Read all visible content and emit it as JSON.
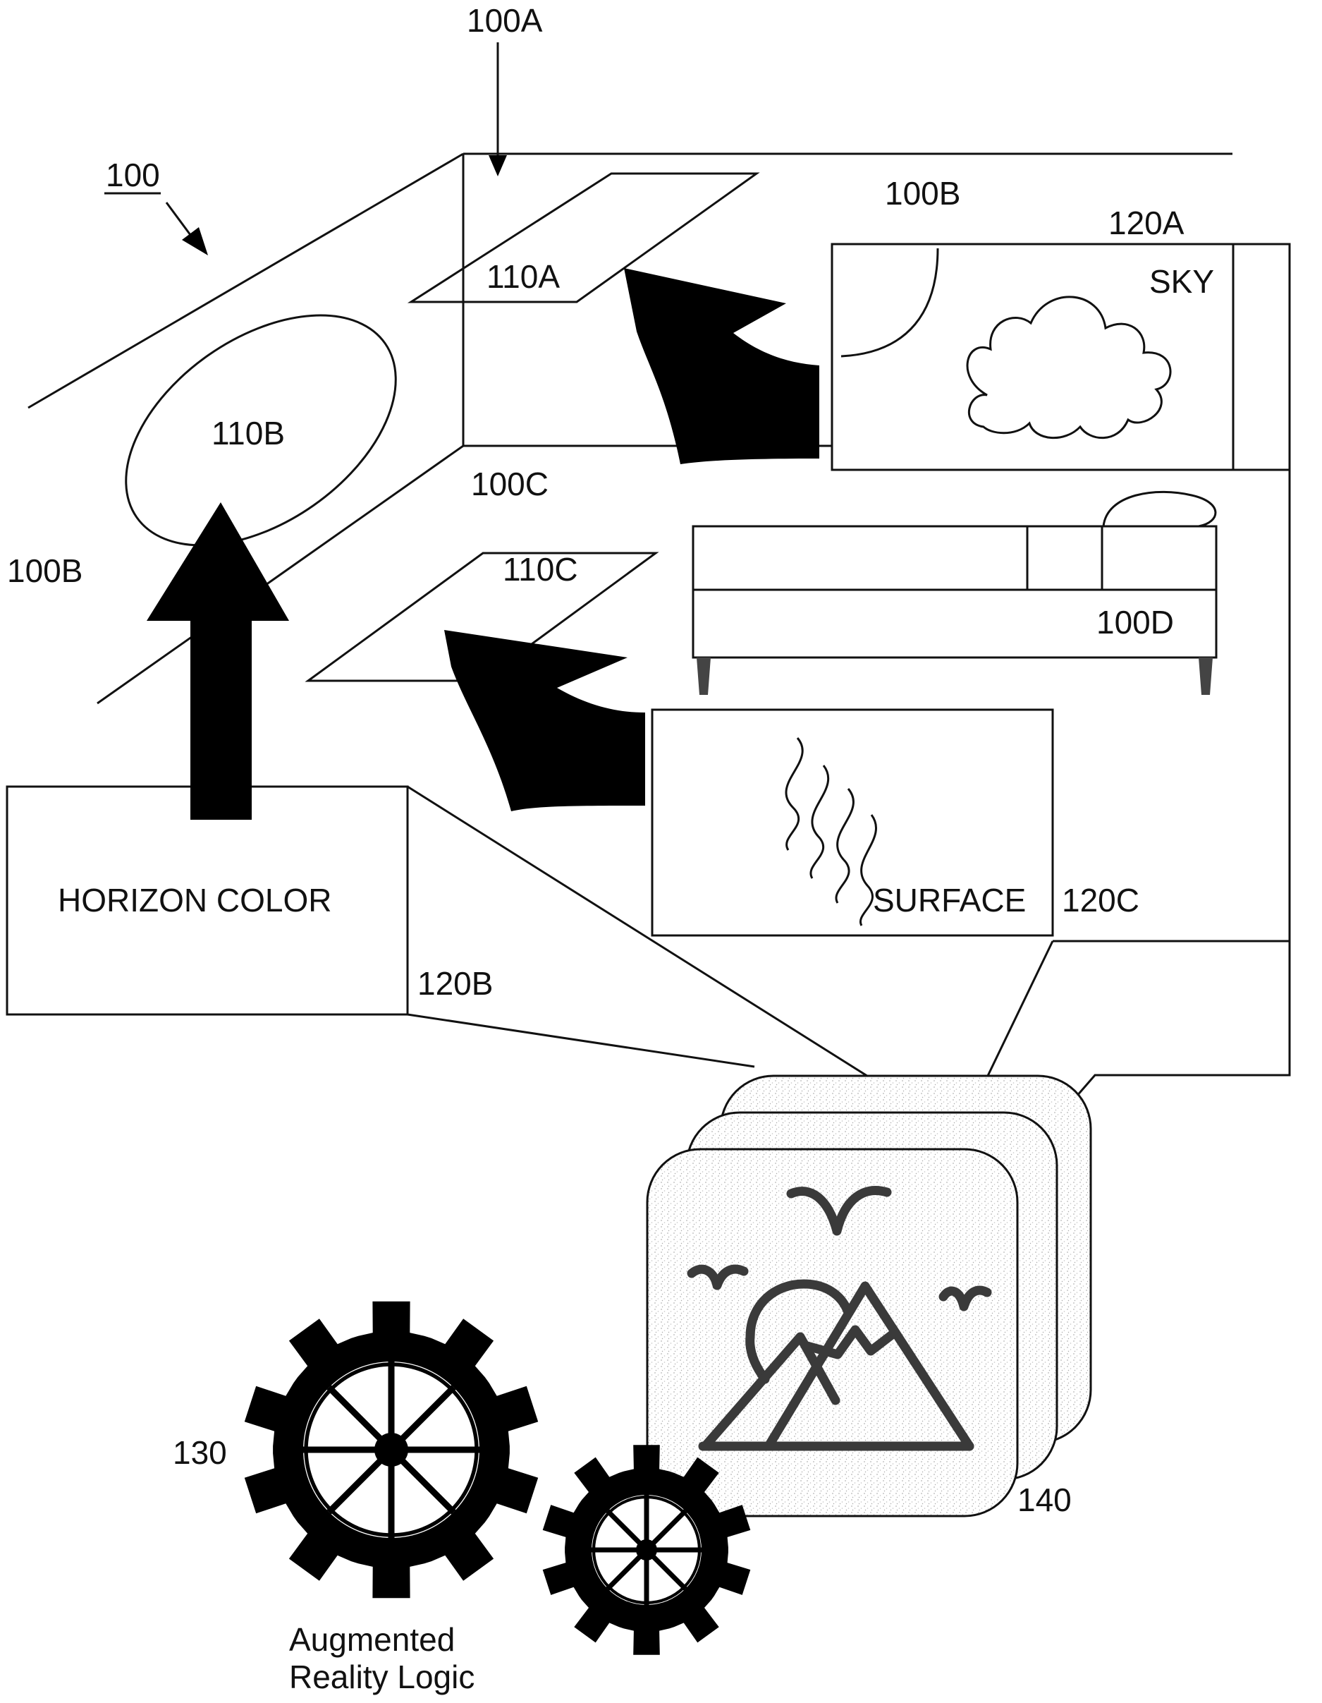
{
  "figure": {
    "ref_main": "100",
    "ref_ceiling": "100A",
    "ref_wall_right": "100B",
    "ref_wall_left": "100B",
    "ref_floor": "100C",
    "ref_bed": "100D",
    "region_ceiling": "110A",
    "region_wall": "110B",
    "region_floor": "110C",
    "ref_sky": "120A",
    "ref_horizon": "120B",
    "ref_surface": "120C",
    "ref_logic": "130",
    "ref_images": "140"
  },
  "panels": {
    "sky_label": "SKY",
    "horizon_label": "HORIZON COLOR",
    "surface_label": "SURFACE"
  },
  "logic": {
    "line1": "Augmented",
    "line2": "Reality Logic"
  },
  "colors": {
    "ink": "#111111",
    "stipple": "#bdbdbd"
  }
}
